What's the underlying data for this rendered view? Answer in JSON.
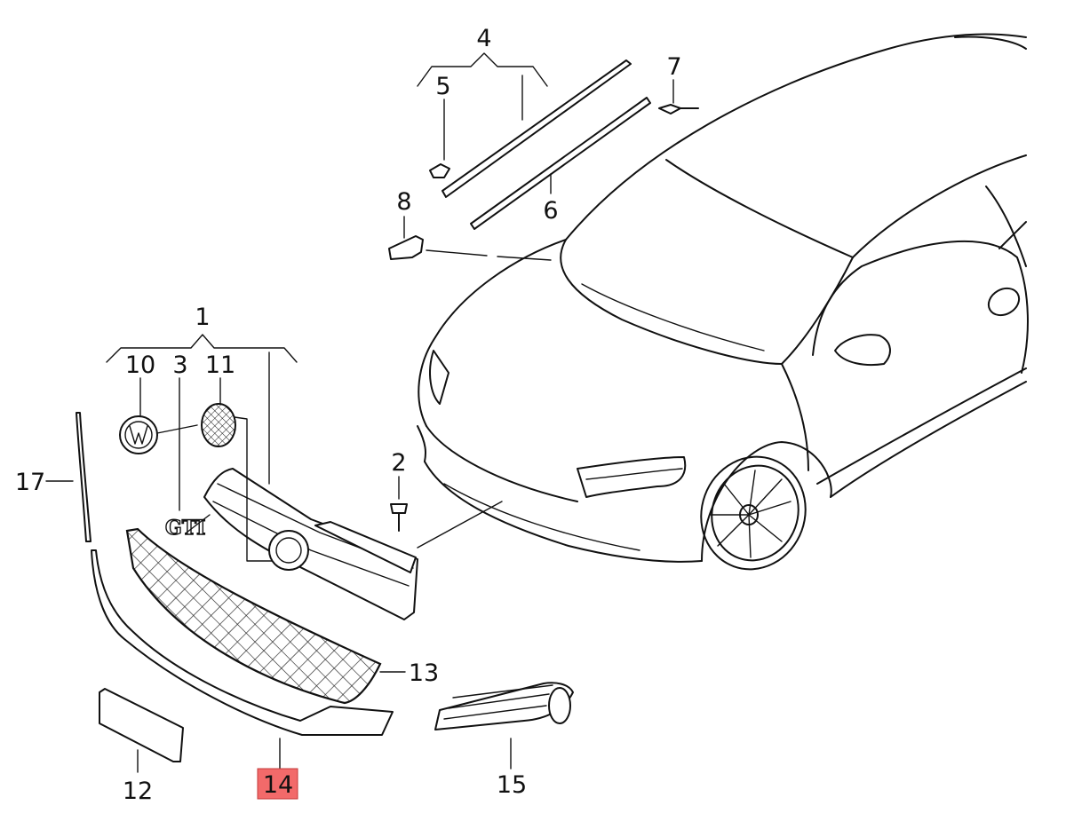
{
  "callouts": {
    "c1": "1",
    "c2": "2",
    "c3": "3",
    "c4": "4",
    "c5": "5",
    "c6": "6",
    "c7": "7",
    "c8": "8",
    "c10": "10",
    "c11": "11",
    "c12": "12",
    "c13": "13",
    "c14": "14",
    "c15": "15",
    "c17": "17"
  },
  "highlight": {
    "part": "14",
    "color": "#f26a6a"
  }
}
